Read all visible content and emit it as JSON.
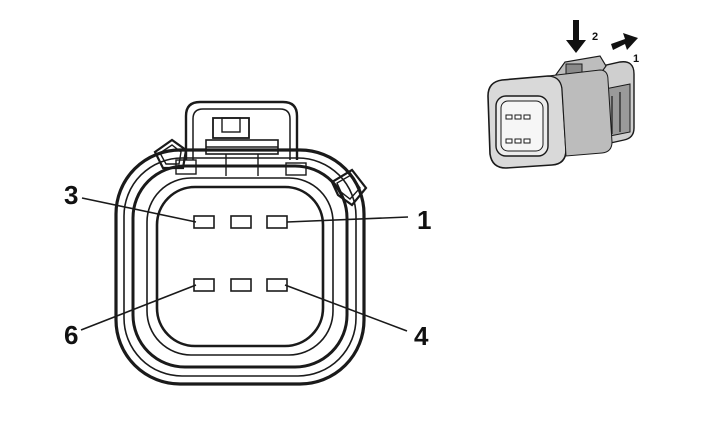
{
  "front_view": {
    "pin_labels": {
      "pin_1": "1",
      "pin_3": "3",
      "pin_4": "4",
      "pin_6": "6"
    }
  },
  "iso_view": {
    "arrow_labels": {
      "press_arrow": "2",
      "pull_arrow": "1"
    }
  },
  "colors": {
    "line": "#1a1a1a",
    "iso_body": "#cfcfcf",
    "iso_shadow": "#9a9a9a",
    "background": "#ffffff"
  }
}
